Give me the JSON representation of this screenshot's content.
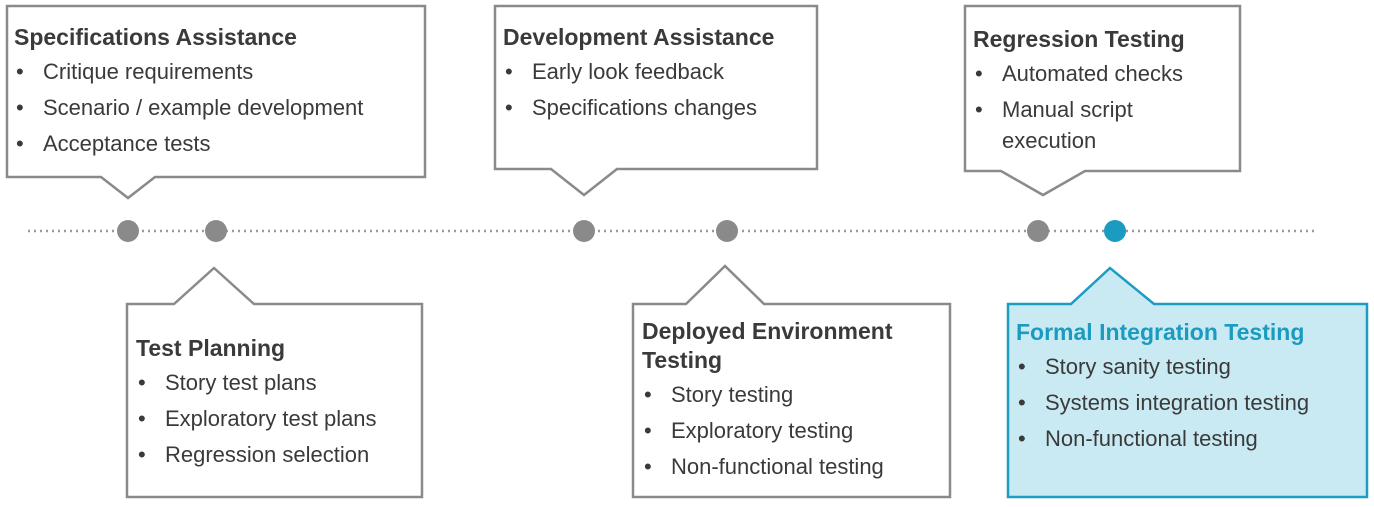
{
  "colors": {
    "text": "#3a3a3a",
    "border": "#8a8a8a",
    "dot": "#8a8a8a",
    "dotted_line": "#9a9a9a",
    "accent": "#1a9bbf",
    "highlight_fill": "#c9eaf3",
    "highlight_border": "#1b9cc0"
  },
  "boxes": [
    {
      "title": "Specifications Assistance",
      "items": [
        "Critique requirements",
        "Scenario / example development",
        "Acceptance tests"
      ]
    },
    {
      "title": "Development Assistance",
      "items": [
        "Early look feedback",
        "Specifications changes"
      ]
    },
    {
      "title": "Regression Testing",
      "items": [
        "Automated checks",
        "Manual script execution"
      ]
    },
    {
      "title": "Test Planning",
      "items": [
        "Story test plans",
        "Exploratory test plans",
        "Regression selection"
      ]
    },
    {
      "title": "Deployed Environment Testing",
      "items": [
        "Story testing",
        "Exploratory testing",
        "Non-functional testing"
      ]
    },
    {
      "title": "Formal Integration Testing",
      "items": [
        "Story sanity testing",
        "Systems integration testing",
        "Non-functional testing"
      ],
      "highlighted": true
    }
  ]
}
